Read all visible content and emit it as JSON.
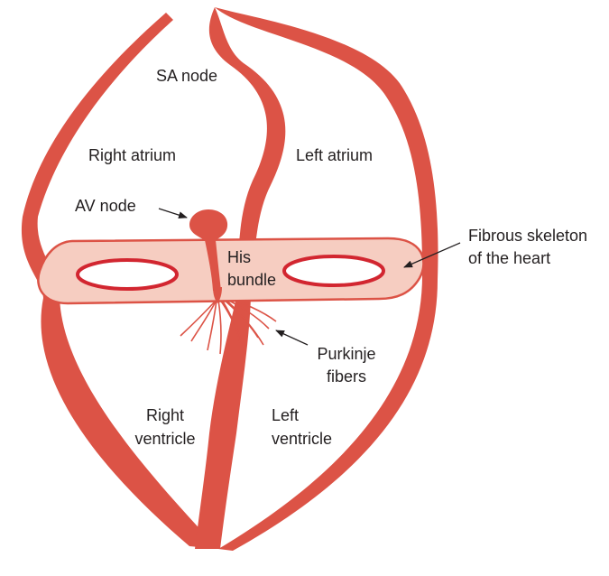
{
  "colors": {
    "muscle": "#dc5346",
    "skeleton_fill": "#f6cdc1",
    "ring_border": "#d22630",
    "arrow": "#231f20",
    "text": "#231f20"
  },
  "labels": {
    "sa_node": "SA node",
    "right_atrium": "Right atrium",
    "left_atrium": "Left atrium",
    "av_node": "AV node",
    "his_bundle_line1": "His",
    "his_bundle_line2": "bundle",
    "fibrous_skeleton_line1": "Fibrous skeleton",
    "fibrous_skeleton_line2": "of the heart",
    "purkinje_line1": "Purkinje",
    "purkinje_line2": "fibers",
    "right_ventricle_line1": "Right",
    "right_ventricle_line2": "ventricle",
    "left_ventricle_line1": "Left",
    "left_ventricle_line2": "ventricle"
  }
}
